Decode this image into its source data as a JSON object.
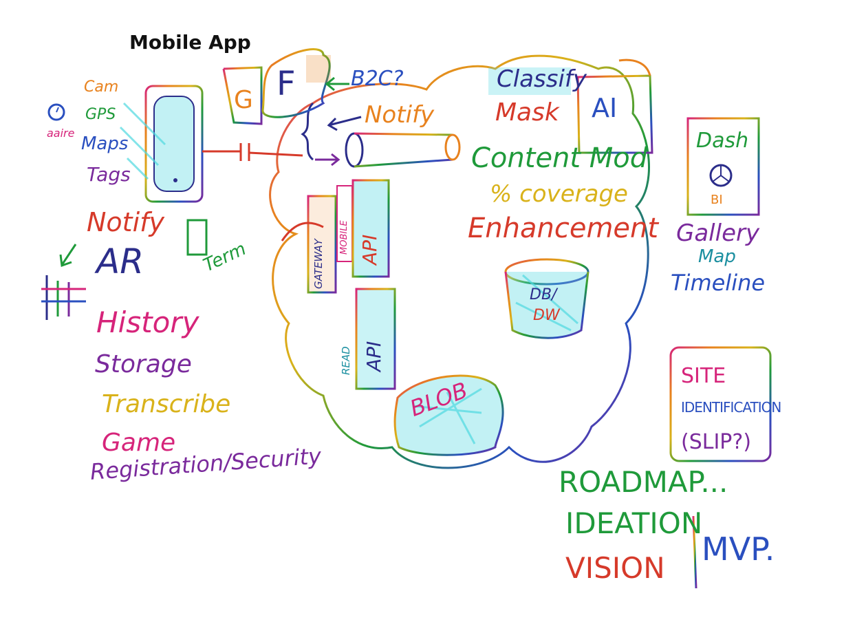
{
  "title": "Mobile App",
  "phone_features": {
    "cam": "Cam",
    "gps": "GPS",
    "maps": "Maps",
    "aagf": "aaire",
    "tags": "Tags",
    "notify": "Notify",
    "ar": "AR",
    "history": "History",
    "storage": "Storage",
    "transcribe": "Transcribe",
    "game": "Game",
    "registration": "Registration/Security"
  },
  "frontend": {
    "g_label": "G",
    "f_label": "F",
    "b2c": "B2C?",
    "notify": "Notify",
    "term": "Term"
  },
  "services": {
    "gateway": "GATEWAY",
    "mobile": "MOBILE",
    "api": "API",
    "read_api_prefix": "READ",
    "read_api": "API",
    "blob": "BLOB",
    "db": "DB/",
    "dw": "DW"
  },
  "ai": {
    "classify": "Classify",
    "mask": "Mask",
    "ai_box": "AI",
    "content_mod": "Content Mod",
    "coverage": "% coverage",
    "enhancement": "Enhancement"
  },
  "dashboard": {
    "dash": "Dash",
    "bi": "BI",
    "gallery": "Gallery",
    "map": "Map",
    "timeline": "Timeline"
  },
  "site": {
    "line1": "SITE",
    "line2": "IDENTIFICATION",
    "line3": "(SLIP?)"
  },
  "roadmap": {
    "roadmap": "ROADMAP...",
    "ideation": "IDEATION",
    "vision": "VISION",
    "mvp": "MVP."
  },
  "colors": {
    "orange": "#e8821e",
    "green": "#1f9a3a",
    "blue": "#2a4fbf",
    "purple": "#7a2a9c",
    "magenta": "#d6247a",
    "red": "#d63a2a",
    "teal": "#1b8fa0",
    "yellow": "#d9b21a",
    "navy": "#2b2d8a",
    "cyan": "#4fd8e0",
    "black": "#111111"
  }
}
